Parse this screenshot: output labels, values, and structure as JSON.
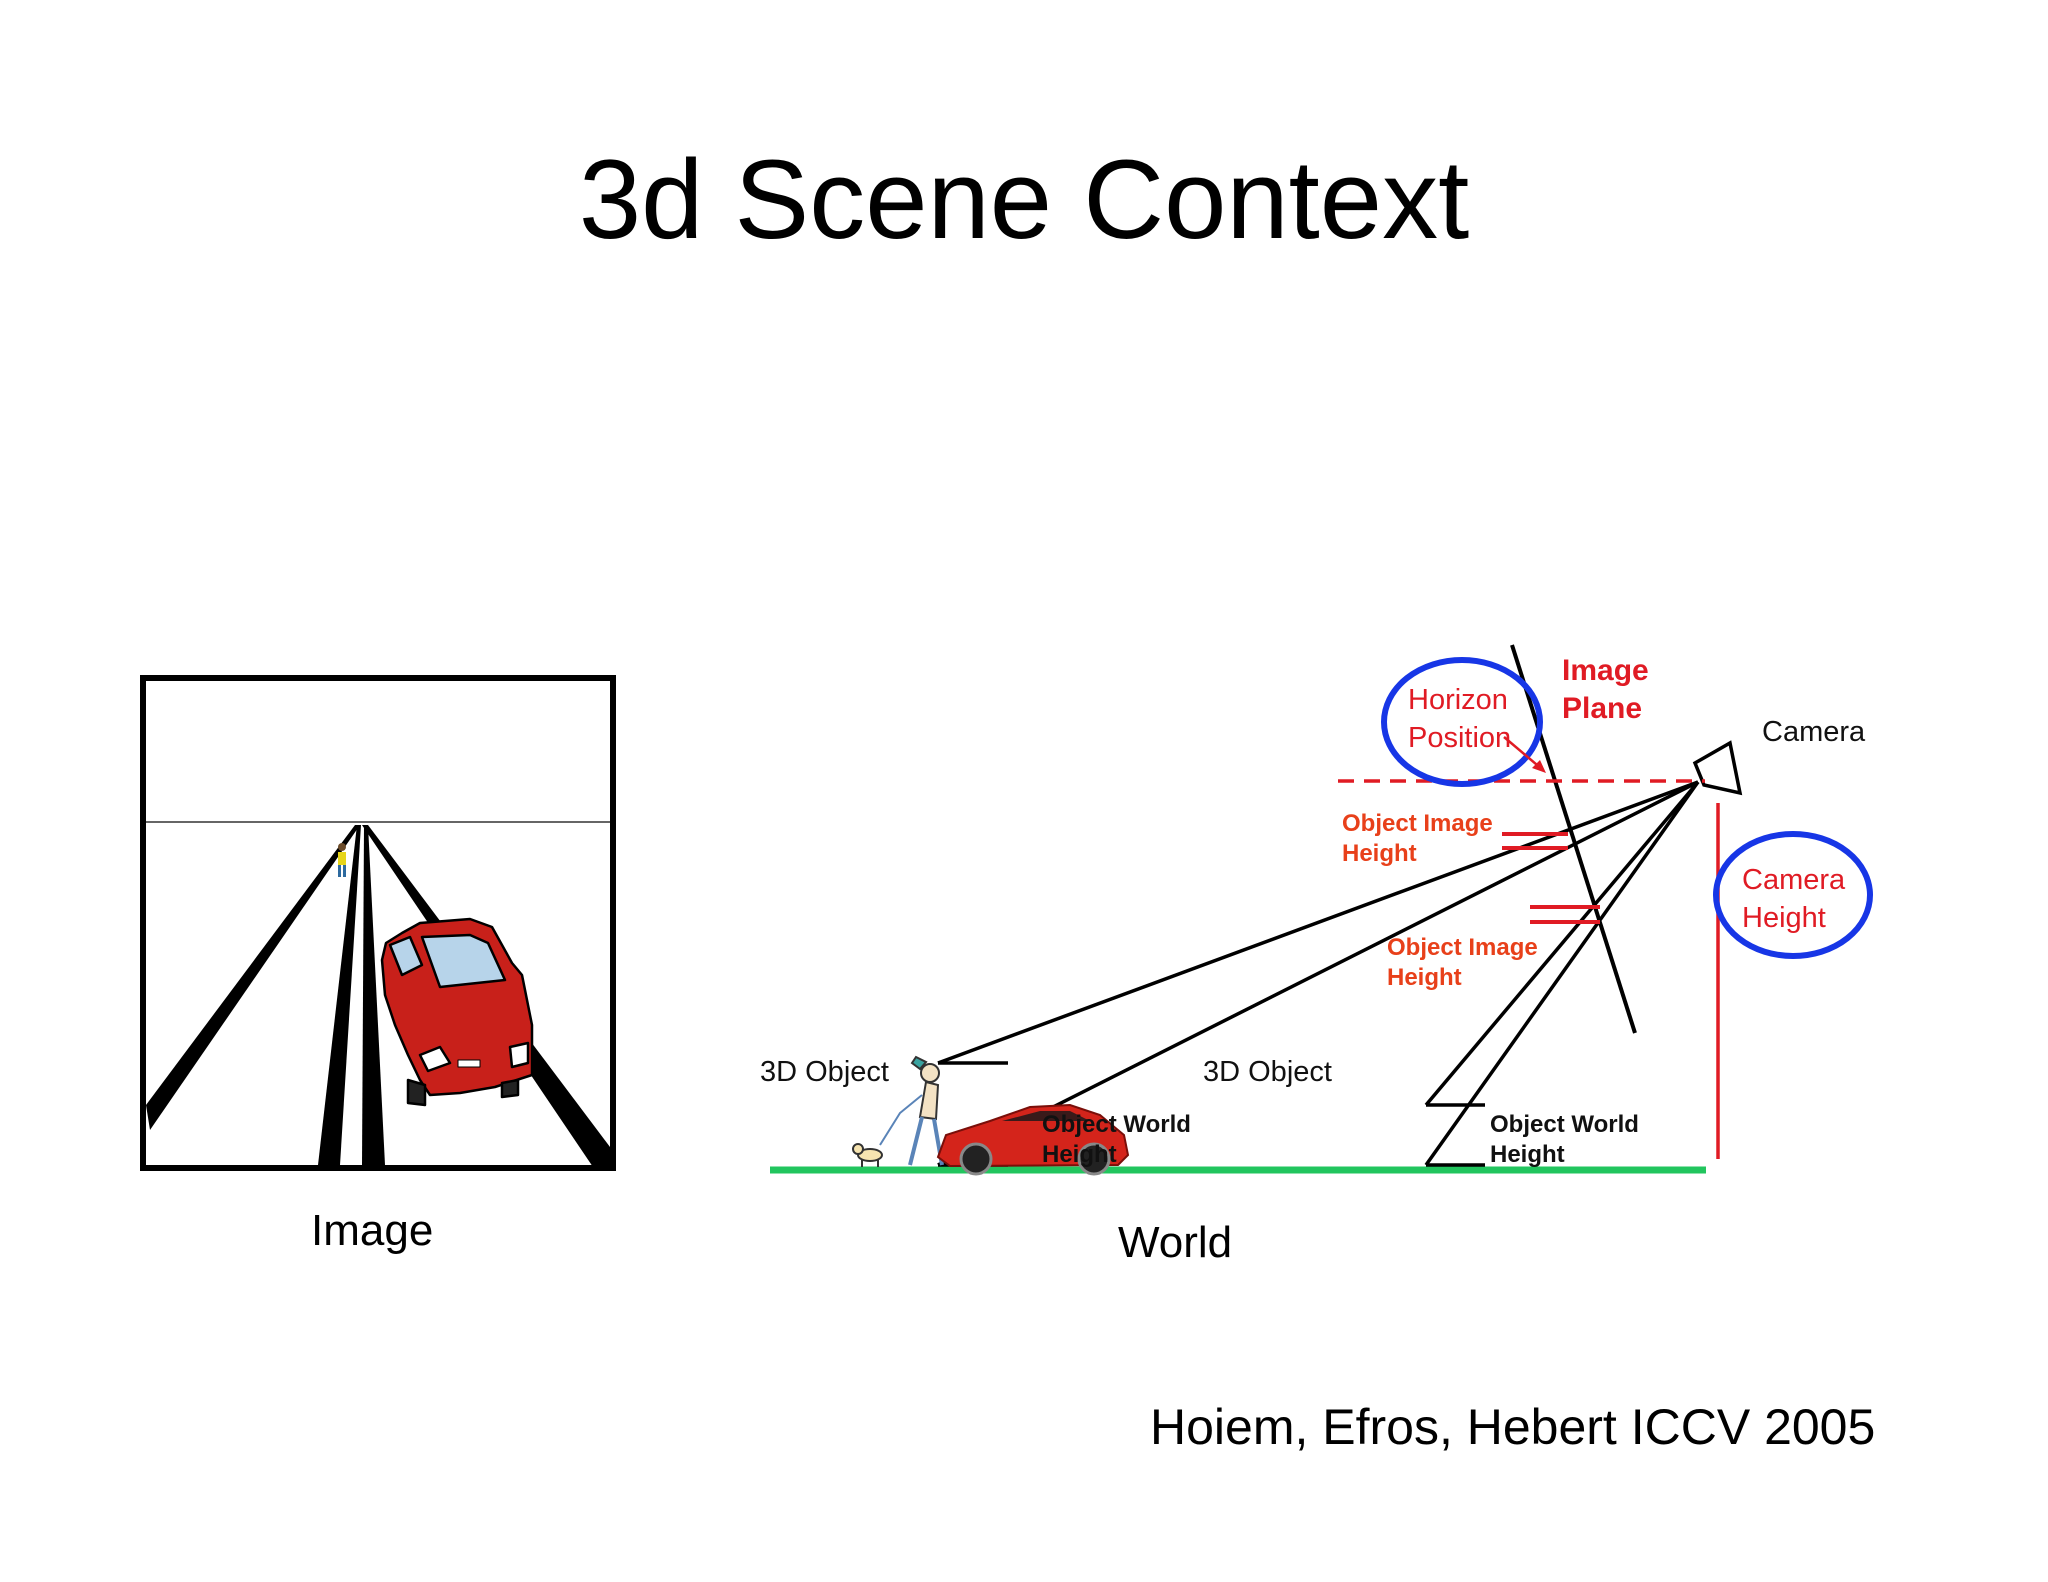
{
  "title": "3d Scene Context",
  "captions": {
    "image": "Image",
    "world": "World"
  },
  "citation": "Hoiem, Efros, Hebert ICCV 2005",
  "diagram": {
    "image_plane": [
      "Image",
      "Plane"
    ],
    "camera": "Camera",
    "horizon_position": [
      "Horizon",
      "Position"
    ],
    "camera_height": [
      "Camera",
      "Height"
    ],
    "object_image_height_top": [
      "Object Image",
      "Height"
    ],
    "object_image_height_mid": [
      "Object Image",
      "Height"
    ],
    "object_left": "3D Object",
    "object_right": "3D Object",
    "object_world_height_left": [
      "Object World",
      "Height"
    ],
    "object_world_height_right": [
      "Object World",
      "Height"
    ]
  },
  "colors": {
    "ground": "#22c55e",
    "annotation_red": "#e01b24",
    "highlight_blue": "#1736e6",
    "car_red": "#c8201a"
  }
}
